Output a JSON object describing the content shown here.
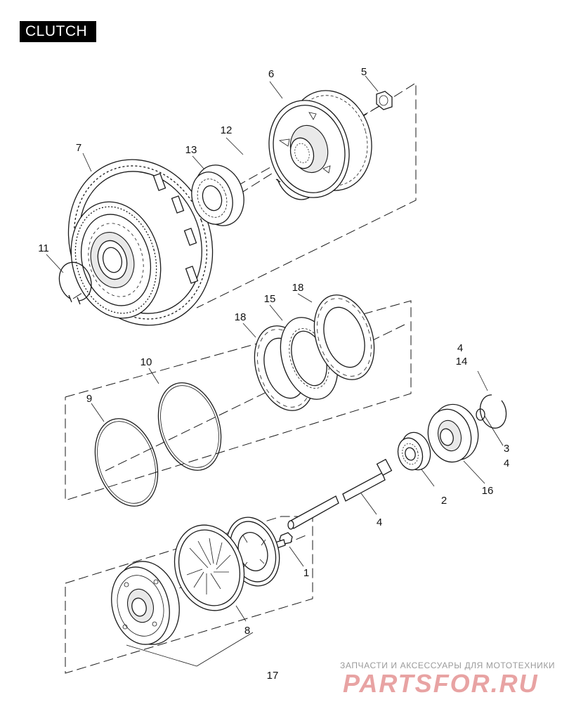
{
  "title": "CLUTCH",
  "callouts": {
    "c1": "1",
    "c2": "2",
    "c3": "3",
    "c4a": "4",
    "c4b": "4",
    "c4c": "4",
    "c5": "5",
    "c6": "6",
    "c7": "7",
    "c8": "8",
    "c9": "9",
    "c10": "10",
    "c11": "11",
    "c12": "12",
    "c13": "13",
    "c14": "14",
    "c15": "15",
    "c16": "16",
    "c17": "17",
    "c18a": "18",
    "c18b": "18"
  },
  "watermark": {
    "subtitle": "ЗАПЧАСТИ И АКСЕССУАРЫ ДЛЯ МОТОТЕХНИКИ",
    "logo": "PARTSFOR.RU"
  }
}
